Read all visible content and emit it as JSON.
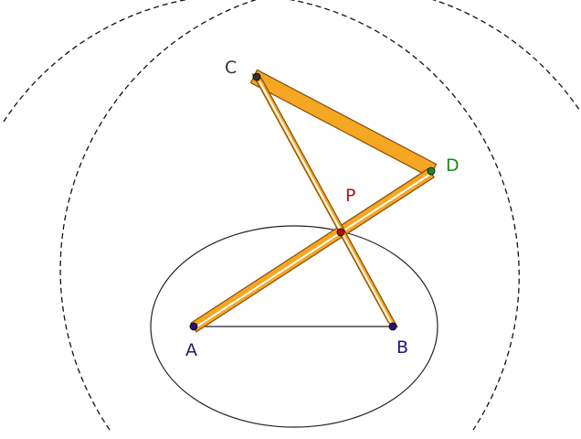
{
  "diagram": {
    "description_type": "linkage-ellipse-construction",
    "points": {
      "A": {
        "label": "A",
        "color": "#2b0f78"
      },
      "B": {
        "label": "B",
        "color": "#2b0f78"
      },
      "C": {
        "label": "C",
        "color": "#333333"
      },
      "D": {
        "label": "D",
        "color": "#1a8a1a"
      },
      "P": {
        "label": "P",
        "color": "#b01010"
      }
    },
    "colors": {
      "bar_fill": "#f5a623",
      "bar_stroke": "#8a4b00",
      "bar_inner": "#ffffff",
      "curve_stroke": "#222222",
      "dashed_stroke": "#111111"
    }
  }
}
